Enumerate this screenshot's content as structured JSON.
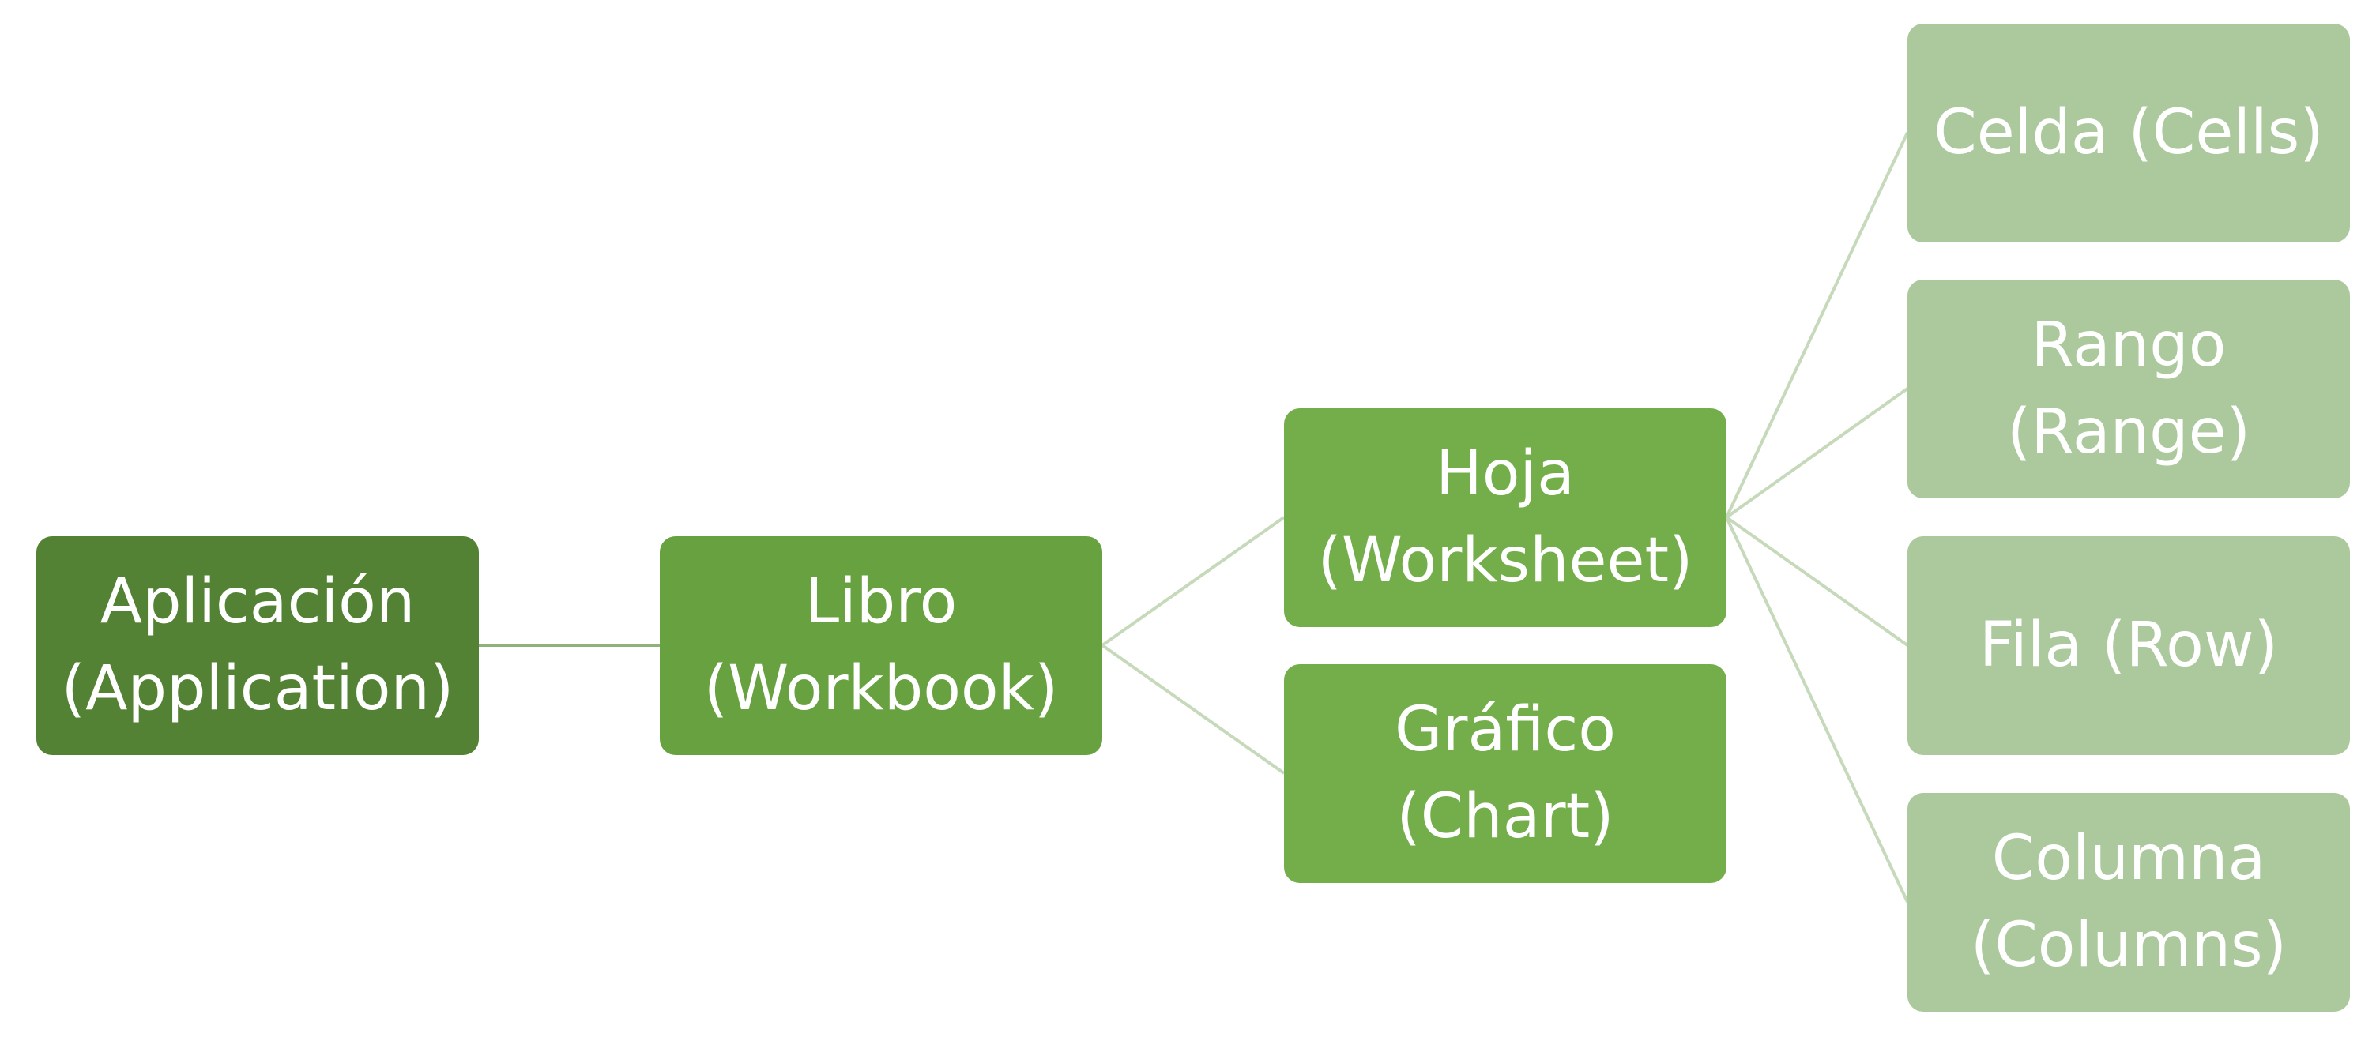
{
  "colors": {
    "level0": "#548235",
    "level1": "#68a140",
    "level2": "#73ae4b",
    "level3": "#abc99c",
    "connector_dark": "#8fb27a",
    "connector_light": "#c6d9bb",
    "text": "#ffffff"
  },
  "nodes": {
    "application": {
      "label": "Aplicación\n(Application)"
    },
    "workbook": {
      "label": "Libro\n(Workbook)"
    },
    "worksheet": {
      "label": "Hoja\n(Worksheet)"
    },
    "chart": {
      "label": "Gráfico\n(Chart)"
    },
    "cells": {
      "label": "Celda (Cells)"
    },
    "range": {
      "label": "Rango\n(Range)"
    },
    "row": {
      "label": "Fila (Row)"
    },
    "columns": {
      "label": "Columna\n(Columns)"
    }
  },
  "hierarchy": [
    {
      "from": "application",
      "to": "workbook"
    },
    {
      "from": "workbook",
      "to": "worksheet"
    },
    {
      "from": "workbook",
      "to": "chart"
    },
    {
      "from": "worksheet",
      "to": "cells"
    },
    {
      "from": "worksheet",
      "to": "range"
    },
    {
      "from": "worksheet",
      "to": "row"
    },
    {
      "from": "worksheet",
      "to": "columns"
    }
  ]
}
